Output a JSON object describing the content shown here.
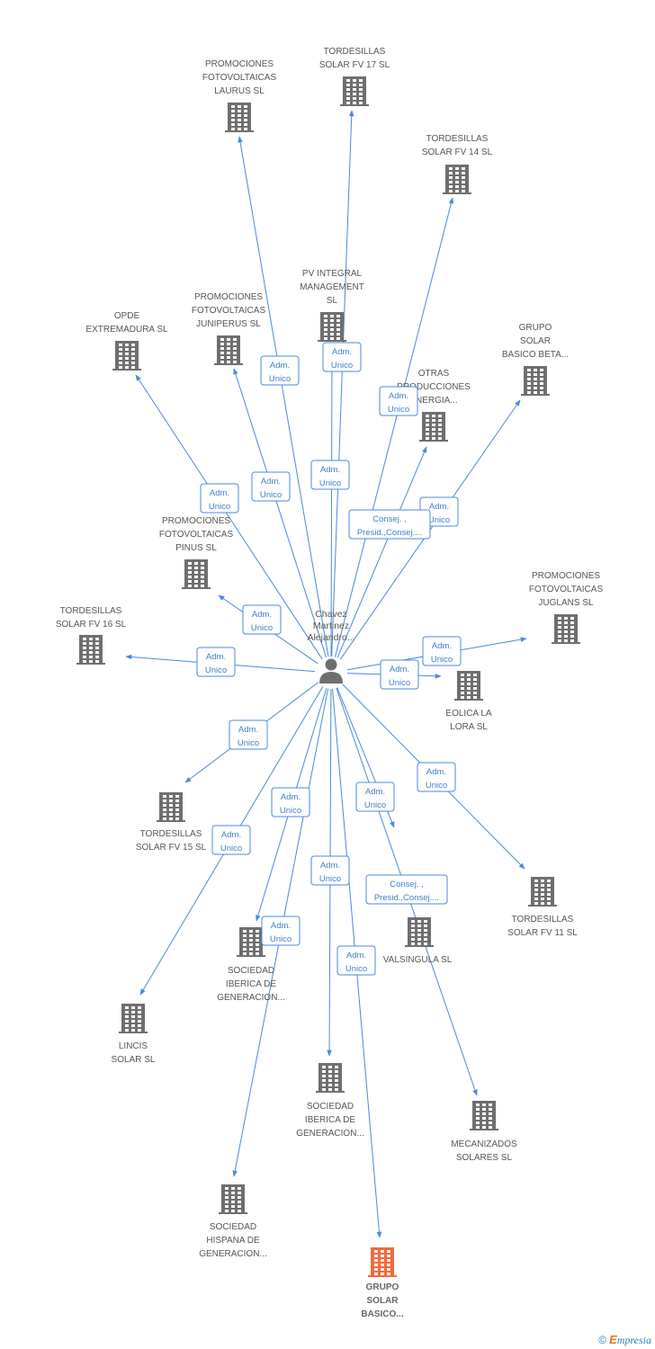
{
  "center": {
    "label_lines": [
      "Chavez",
      "Martinez",
      "Alejandro..."
    ],
    "icon": "person-icon"
  },
  "colors": {
    "edge": "#4a89dc",
    "building": "#6f6f6f",
    "highlight": "#f26a3c"
  },
  "companies": [
    {
      "id": "laurus",
      "lines": [
        "PROMOCIONES",
        "FOTOVOLTAICAS",
        "LAURUS SL"
      ],
      "icon": "building-icon",
      "highlight": false
    },
    {
      "id": "fv17",
      "lines": [
        "TORDESILLAS",
        "SOLAR FV 17 SL"
      ],
      "icon": "building-icon",
      "highlight": false
    },
    {
      "id": "fv14",
      "lines": [
        "TORDESILLAS",
        "SOLAR FV 14 SL"
      ],
      "icon": "building-icon",
      "highlight": false
    },
    {
      "id": "pvintegral",
      "lines": [
        "PV INTEGRAL",
        "MANAGEMENT",
        "SL"
      ],
      "icon": "building-icon",
      "highlight": false
    },
    {
      "id": "juniperus",
      "lines": [
        "PROMOCIONES",
        "FOTOVOLTAICAS",
        "JUNIPERUS SL"
      ],
      "icon": "building-icon",
      "highlight": false
    },
    {
      "id": "opde",
      "lines": [
        "OPDE",
        "EXTREMADURA SL"
      ],
      "icon": "building-icon",
      "highlight": false
    },
    {
      "id": "beta",
      "lines": [
        "GRUPO",
        "SOLAR",
        "BASICO BETA..."
      ],
      "icon": "building-icon",
      "highlight": false
    },
    {
      "id": "otras",
      "lines": [
        "OTRAS",
        "PRODUCCIONES",
        "ENERGIA..."
      ],
      "icon": "building-icon",
      "highlight": false
    },
    {
      "id": "pinus",
      "lines": [
        "PROMOCIONES",
        "FOTOVOLTAICAS",
        "PINUS SL"
      ],
      "icon": "building-icon",
      "highlight": false
    },
    {
      "id": "juglans",
      "lines": [
        "PROMOCIONES",
        "FOTOVOLTAICAS",
        "JUGLANS SL"
      ],
      "icon": "building-icon",
      "highlight": false
    },
    {
      "id": "fv16",
      "lines": [
        "TORDESILLAS",
        "SOLAR FV 16 SL"
      ],
      "icon": "building-icon",
      "highlight": false
    },
    {
      "id": "eolica",
      "lines": [
        "EOLICA LA",
        "LORA SL"
      ],
      "icon": "building-icon",
      "highlight": false
    },
    {
      "id": "fv15",
      "lines": [
        "TORDESILLAS",
        "SOLAR FV 15 SL"
      ],
      "icon": "building-icon",
      "highlight": false
    },
    {
      "id": "fv11",
      "lines": [
        "TORDESILLAS",
        "SOLAR FV 11 SL"
      ],
      "icon": "building-icon",
      "highlight": false
    },
    {
      "id": "valsingula",
      "lines": [
        "VALSINGULA SL"
      ],
      "icon": "building-icon",
      "highlight": false
    },
    {
      "id": "iberica1",
      "lines": [
        "SOCIEDAD",
        "IBERICA DE",
        "GENERACION..."
      ],
      "icon": "building-icon",
      "highlight": false
    },
    {
      "id": "lincis",
      "lines": [
        "LINCIS",
        "SOLAR SL"
      ],
      "icon": "building-icon",
      "highlight": false
    },
    {
      "id": "iberica2",
      "lines": [
        "SOCIEDAD",
        "IBERICA DE",
        "GENERACION..."
      ],
      "icon": "building-icon",
      "highlight": false
    },
    {
      "id": "mecanizados",
      "lines": [
        "MECANIZADOS",
        "SOLARES SL"
      ],
      "icon": "building-icon",
      "highlight": false
    },
    {
      "id": "hispana",
      "lines": [
        "SOCIEDAD",
        "HISPANA DE",
        "GENERACION..."
      ],
      "icon": "building-icon",
      "highlight": false
    },
    {
      "id": "grupo",
      "lines": [
        "GRUPO",
        "SOLAR",
        "BASICO..."
      ],
      "icon": "building-icon",
      "highlight": true
    }
  ],
  "relations": [
    {
      "target": "laurus",
      "role_lines": [
        "Adm.",
        "Unico"
      ]
    },
    {
      "target": "fv17",
      "role_lines": [
        "Adm.",
        "Unico"
      ]
    },
    {
      "target": "fv14",
      "role_lines": [
        "Adm.",
        "Unico"
      ]
    },
    {
      "target": "pvintegral",
      "role_lines": [
        "Adm.",
        "Unico"
      ]
    },
    {
      "target": "juniperus",
      "role_lines": [
        "Adm.",
        "Unico"
      ]
    },
    {
      "target": "opde",
      "role_lines": [
        "Adm.",
        "Unico"
      ]
    },
    {
      "target": "beta",
      "role_lines": [
        "Adm.",
        "Unico"
      ]
    },
    {
      "target": "otras",
      "role_lines": [
        "Consej. ,",
        "Presid.,Consej...."
      ]
    },
    {
      "target": "pinus",
      "role_lines": [
        "Adm.",
        "Unico"
      ]
    },
    {
      "target": "juglans",
      "role_lines": [
        "Adm.",
        "Unico"
      ]
    },
    {
      "target": "fv16",
      "role_lines": [
        "Adm.",
        "Unico"
      ]
    },
    {
      "target": "eolica",
      "role_lines": [
        "Adm.",
        "Unico"
      ]
    },
    {
      "target": "fv15",
      "role_lines": [
        "Adm.",
        "Unico"
      ]
    },
    {
      "target": "fv11",
      "role_lines": [
        "Adm.",
        "Unico"
      ]
    },
    {
      "target": "valsingula",
      "role_lines": [
        "Consej. ,",
        "Presid.,Consej...."
      ]
    },
    {
      "target": "iberica1",
      "role_lines": [
        "Adm.",
        "Unico"
      ]
    },
    {
      "target": "lincis",
      "role_lines": [
        "Adm.",
        "Unico"
      ]
    },
    {
      "target": "iberica2",
      "role_lines": [
        "Adm.",
        "Unico"
      ]
    },
    {
      "target": "mecanizados",
      "role_lines": [
        "Adm.",
        "Unico"
      ]
    },
    {
      "target": "hispana",
      "role_lines": [
        "Adm.",
        "Unico"
      ]
    },
    {
      "target": "grupo",
      "role_lines": [
        "Adm.",
        "Unico"
      ]
    }
  ],
  "footer": {
    "copyright_symbol": "©",
    "brand_first": "E",
    "brand_rest": "mpresia"
  }
}
